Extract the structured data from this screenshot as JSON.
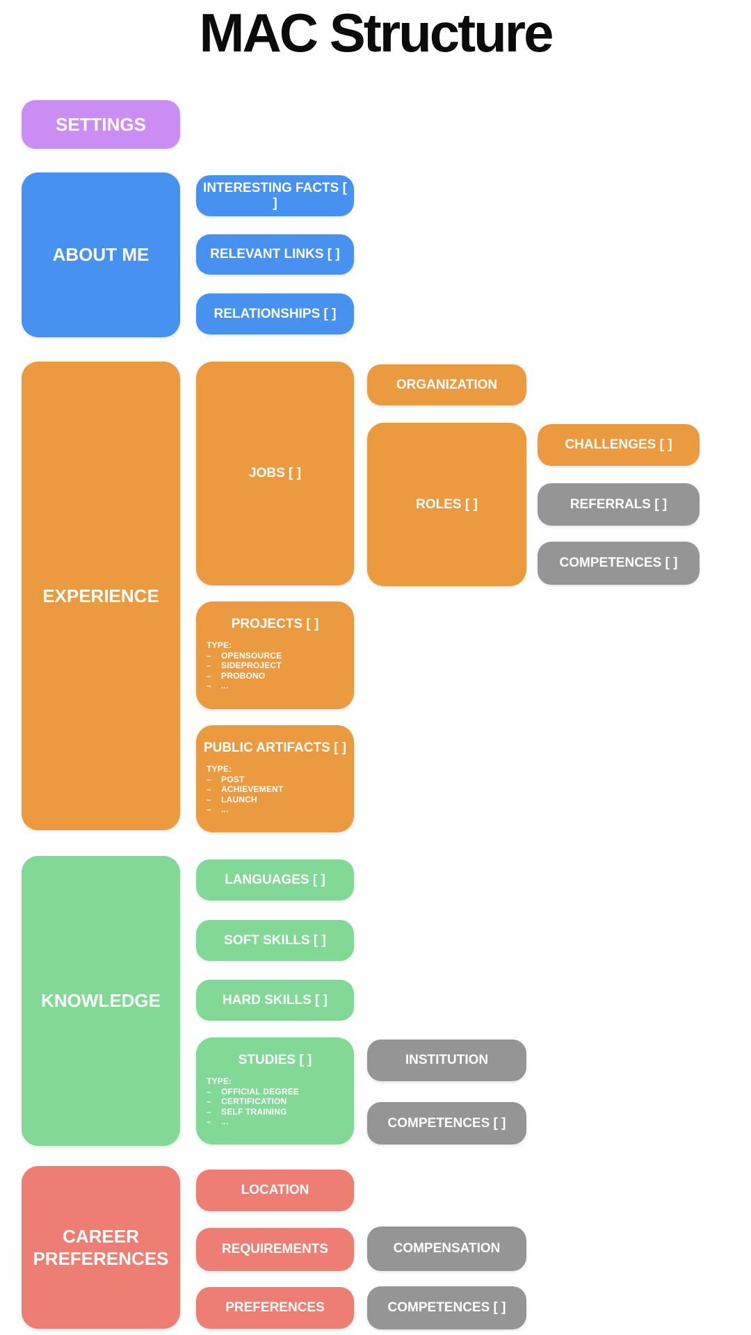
{
  "title": "MAC Structure",
  "dash": "–",
  "colors": {
    "purple": "#c98df3",
    "blue": "#4791f1",
    "orange": "#ec9a40",
    "green": "#81d995",
    "red": "#ee7e73",
    "gray": "#959595",
    "text": "#ffffff",
    "title_text": "#0b0b0b"
  },
  "settings": {
    "label": "SETTINGS"
  },
  "about": {
    "label": "ABOUT ME",
    "facts": "INTERESTING FACTS [ ]",
    "links": "RELEVANT LINKS [ ]",
    "relationships": "RELATIONSHIPS [ ]"
  },
  "experience": {
    "label": "EXPERIENCE",
    "jobs": "JOBS [ ]",
    "organization": "ORGANIZATION",
    "roles": "ROLES [ ]",
    "challenges": "CHALLENGES [ ]",
    "referrals": "REFERRALS [ ]",
    "competences": "COMPETENCES [ ]",
    "projects": {
      "label": "PROJECTS [ ]",
      "type_heading": "TYPE:",
      "types": [
        "OPENSOURCE",
        "SIDEPROJECT",
        "PROBONO",
        "..."
      ]
    },
    "public_artifacts": {
      "label": "PUBLIC ARTIFACTS [ ]",
      "type_heading": "TYPE:",
      "types": [
        "POST",
        "ACHIEVEMENT",
        "LAUNCH",
        "..."
      ]
    }
  },
  "knowledge": {
    "label": "KNOWLEDGE",
    "languages": "LANGUAGES [ ]",
    "soft_skills": "SOFT SKILLS [ ]",
    "hard_skills": "HARD SKILLS [ ]",
    "studies": {
      "label": "STUDIES [ ]",
      "type_heading": "TYPE:",
      "types": [
        "OFFICIAL DEGREE",
        "CERTIFICATION",
        "SELF TRAINING",
        "..."
      ]
    },
    "institution": "INSTITUTION",
    "competences": "COMPETENCES [ ]"
  },
  "career": {
    "label": "CAREER PREFERENCES",
    "location": "LOCATION",
    "requirements": "REQUIREMENTS",
    "preferences": "PREFERENCES",
    "compensation": "COMPENSATION",
    "competences": "COMPETENCES [ ]"
  }
}
